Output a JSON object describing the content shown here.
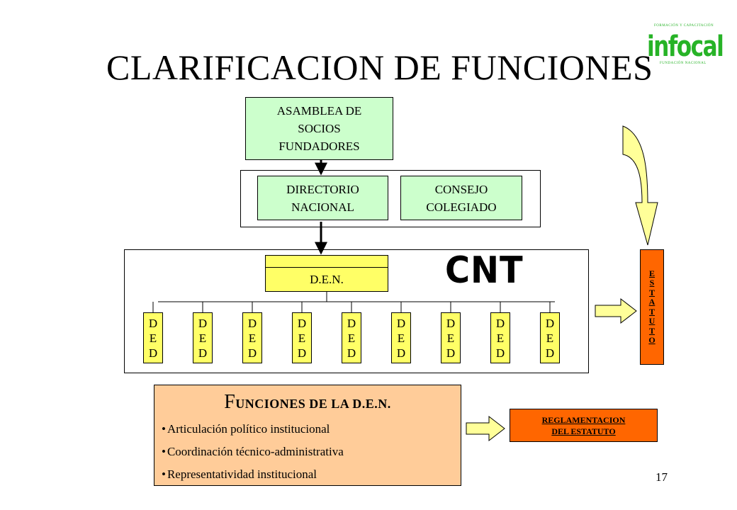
{
  "title": "CLARIFICACION DE FUNCIONES",
  "logo": {
    "word": "infocal",
    "top_text": "FORMACIÓN Y CAPACITACIÓN",
    "bottom_text": "FUNDACIÓN NACIONAL"
  },
  "asamblea": {
    "lines": [
      "ASAMBLEA DE",
      "SOCIOS",
      "FUNDADORES"
    ]
  },
  "directorio": {
    "lines": [
      "DIRECTORIO",
      "NACIONAL"
    ]
  },
  "consejo": {
    "lines": [
      "CONSEJO",
      "COLEGIADO"
    ]
  },
  "den": {
    "label": "D.E.N."
  },
  "cnt": "CNT",
  "ded_units": [
    [
      "D",
      "E",
      "D"
    ],
    [
      "D",
      "E",
      "D"
    ],
    [
      "D",
      "E",
      "D"
    ],
    [
      "D",
      "E",
      "D"
    ],
    [
      "D",
      "E",
      "D"
    ],
    [
      "D",
      "E",
      "D"
    ],
    [
      "D",
      "E",
      "D"
    ],
    [
      "D",
      "E",
      "D"
    ],
    [
      "D",
      "E",
      "D"
    ]
  ],
  "estatuto": [
    "E",
    "S",
    "T",
    "A",
    "T",
    "U",
    "T",
    "O"
  ],
  "funciones": {
    "title_cap": "F",
    "title_rest": "UNCIONES DE LA D.E.N.",
    "items": [
      "Articulación político institucional",
      "Coordinación técnico-administrativa",
      "Representatividad institucional"
    ]
  },
  "reglamentacion": {
    "lines": [
      "REGLAMENTACION",
      "DEL ESTATUTO"
    ]
  },
  "page_number": "17",
  "colors": {
    "green_box": "#ccffcc",
    "yellow_box": "#ffff66",
    "orange_box": "#ff6600",
    "peach_box": "#ffcc99",
    "arrow_fill": "#ffff99",
    "logo_green": "#27b327"
  }
}
